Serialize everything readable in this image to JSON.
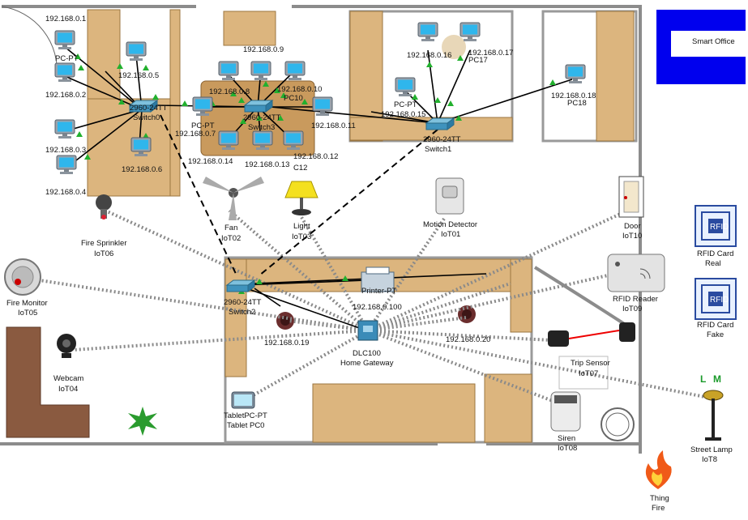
{
  "zones": {
    "smart_office_label": "Smart Office"
  },
  "switches": [
    {
      "id": "switch0",
      "model": "2960-24TT",
      "name": "Switch0"
    },
    {
      "id": "switch3",
      "model": "2960-24TT",
      "name": "Switch3"
    },
    {
      "id": "switch1",
      "model": "2960-24TT",
      "name": "Switch1"
    },
    {
      "id": "switch2",
      "model": "2960-24TT",
      "name": "Switch2"
    }
  ],
  "pcs": [
    {
      "id": "pc1",
      "label": "192.168.0.1",
      "tag": "PC-PT"
    },
    {
      "id": "pc2",
      "label": "192.168.0.2",
      "tag": ""
    },
    {
      "id": "pc3",
      "label": "192.168.0.3",
      "tag": ""
    },
    {
      "id": "pc4",
      "label": "192.168.0.4",
      "tag": ""
    },
    {
      "id": "pc5",
      "label": "192.168.0.5",
      "tag": ""
    },
    {
      "id": "pc6",
      "label": "192.168.0.6",
      "tag": ""
    },
    {
      "id": "pc7",
      "label": "192.168.0.7",
      "tag": "PC-PT"
    },
    {
      "id": "pc8",
      "label": "192.168.0.8",
      "tag": ""
    },
    {
      "id": "pc9",
      "label": "192.168.0.9",
      "tag": ""
    },
    {
      "id": "pc10",
      "label": "192.168.0.10",
      "tag": "PC10"
    },
    {
      "id": "pc11",
      "label": "192.168.0.11",
      "tag": ""
    },
    {
      "id": "pc12",
      "label": "192.168.0.12",
      "tag": "C12"
    },
    {
      "id": "pc13",
      "label": "192.168.0.13",
      "tag": ""
    },
    {
      "id": "pc14",
      "label": "192.168.0.14",
      "tag": ""
    },
    {
      "id": "pc15",
      "label": "192.168.0.15",
      "tag": "PC-PT"
    },
    {
      "id": "pc16",
      "label": "192.168.0.16",
      "tag": ""
    },
    {
      "id": "pc17",
      "label": "192.168.0.17",
      "tag": "PC17"
    },
    {
      "id": "pc18",
      "label": "192.168.0.18",
      "tag": "PC18"
    },
    {
      "id": "pc19",
      "label": "192.168.0.19",
      "tag": ""
    },
    {
      "id": "pc20",
      "label": "192.168.0.20",
      "tag": ""
    }
  ],
  "printer": {
    "name": "Printer-PT",
    "ip": "192.168.0.100"
  },
  "gateway": {
    "model": "DLC100",
    "name": "Home Gateway"
  },
  "iot": [
    {
      "id": "fan",
      "name": "Fan",
      "tag": "IoT02"
    },
    {
      "id": "light",
      "name": "Light",
      "tag": "IoT03"
    },
    {
      "id": "motion",
      "name": "Motion Detector",
      "tag": "IoT01"
    },
    {
      "id": "door",
      "name": "Door",
      "tag": "IoT10"
    },
    {
      "id": "sprinkler",
      "name": "Fire Sprinkler",
      "tag": "IoT06"
    },
    {
      "id": "firemon",
      "name": "Fire Monitor",
      "tag": "IoT05"
    },
    {
      "id": "webcam",
      "name": "Webcam",
      "tag": "IoT04"
    },
    {
      "id": "rfidreader",
      "name": "RFID Reader",
      "tag": "IoT09"
    },
    {
      "id": "trip",
      "name": "Trip Sensor",
      "tag": "IoT07"
    },
    {
      "id": "siren",
      "name": "Siren",
      "tag": "IoT08"
    },
    {
      "id": "lamp",
      "name": "Street Lamp",
      "tag": "IoT8"
    }
  ],
  "tablet": {
    "model": "TabletPC-PT",
    "name": "Tablet PC0"
  },
  "rfid_cards": [
    {
      "line1": "RFID Card",
      "line2": "Real",
      "chip": "RFID"
    },
    {
      "line1": "RFID Card",
      "line2": "Fake",
      "chip": "RFID"
    }
  ],
  "thing": {
    "line1": "Thing",
    "line2": "Fire"
  },
  "lamp_indicators": {
    "left": "L",
    "right": "M"
  },
  "colors": {
    "wall": "#8c8c8c",
    "desk": "#dcb57e",
    "wire": "#000000",
    "link_ok": "#22b02e",
    "smart_office": "#0000ee"
  }
}
